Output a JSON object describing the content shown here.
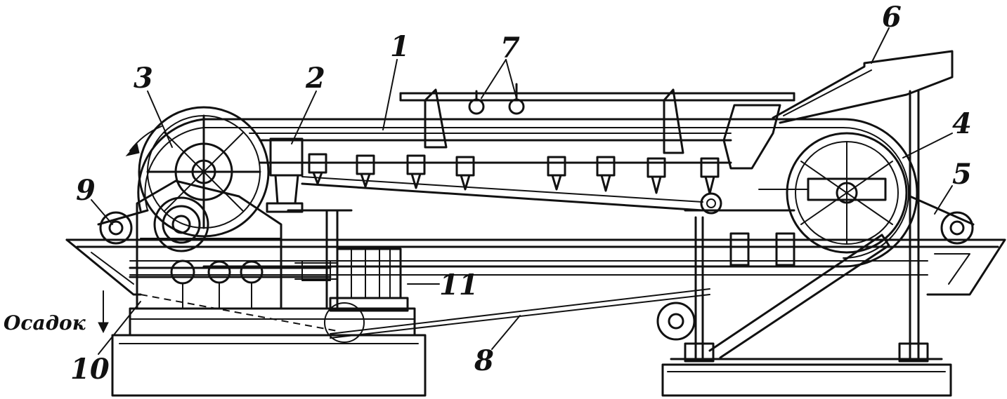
{
  "labels": {
    "l1": "1",
    "l2": "2",
    "l3": "3",
    "l4": "4",
    "l5": "5",
    "l6": "6",
    "l7": "7",
    "l8": "8",
    "l9": "9",
    "l10": "10",
    "l11": "11",
    "sediment": "Осадок"
  }
}
